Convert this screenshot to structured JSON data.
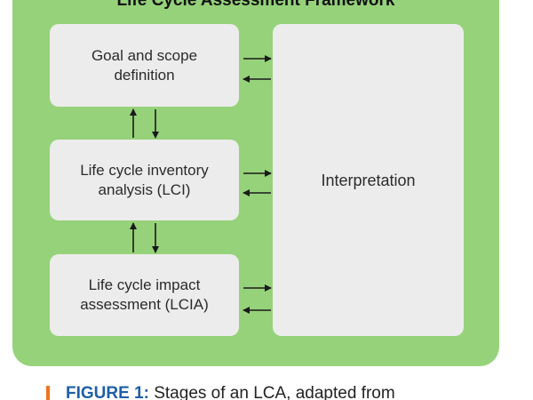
{
  "diagram": {
    "title": "Life Cycle Assessment Framework",
    "stages": {
      "goal": [
        "Goal and scope",
        "definition"
      ],
      "lci": [
        "Life cycle inventory",
        "analysis (LCI)"
      ],
      "lcia": [
        "Life cycle impact",
        "assessment (LCIA)"
      ],
      "interpretation": "Interpretation"
    }
  },
  "caption": {
    "label": "FIGURE 1:",
    "text": " Stages of an LCA, adapted from"
  },
  "colors": {
    "panel": "#96d27a",
    "box": "#ececec",
    "caption_label": "#1f5fa8",
    "caption_mark": "#f0731e"
  }
}
